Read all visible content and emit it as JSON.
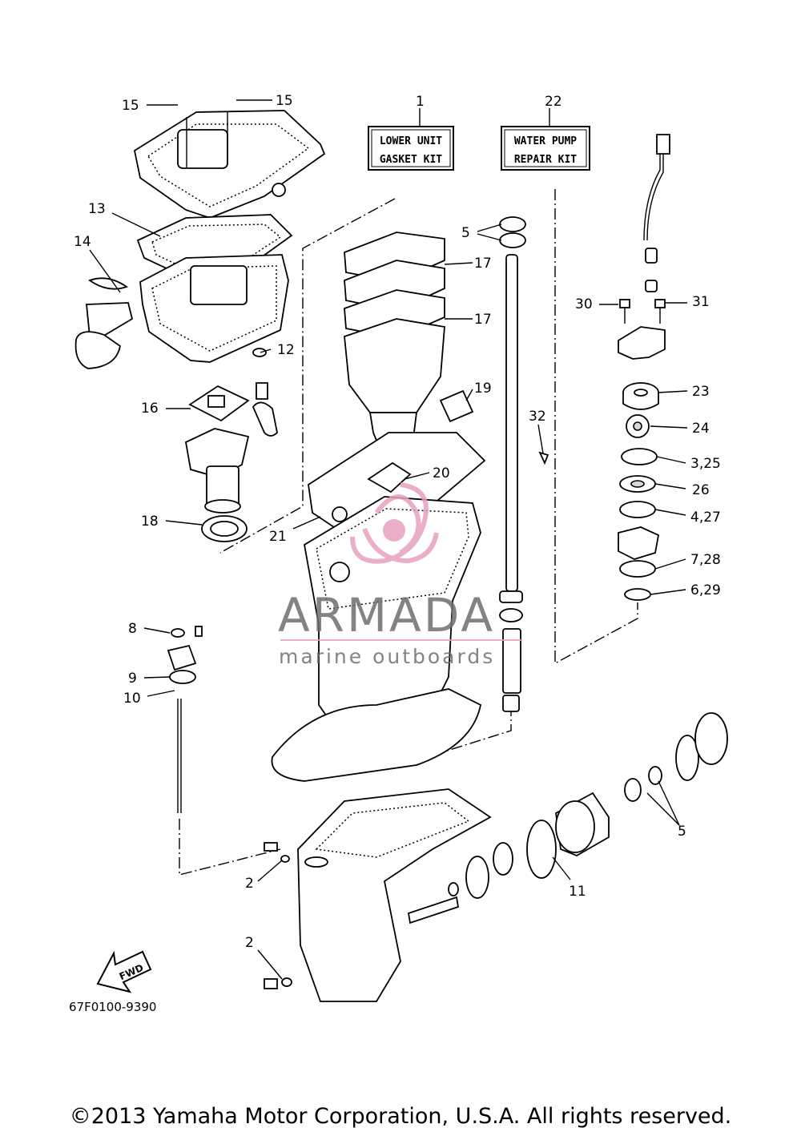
{
  "callouts": {
    "c1": "1",
    "c2a": "2",
    "c2b": "2",
    "c3_25": "3,25",
    "c4_27": "4,27",
    "c5a": "5",
    "c5b": "5",
    "c6_29": "6,29",
    "c7_28": "7,28",
    "c8": "8",
    "c9": "9",
    "c10": "10",
    "c11": "11",
    "c12": "12",
    "c13": "13",
    "c14": "14",
    "c15a": "15",
    "c15b": "15",
    "c16": "16",
    "c17a": "17",
    "c17b": "17",
    "c18": "18",
    "c19": "19",
    "c20": "20",
    "c21": "21",
    "c22": "22",
    "c23": "23",
    "c24": "24",
    "c26": "26",
    "c30": "30",
    "c31": "31",
    "c32": "32"
  },
  "kits": {
    "lower_unit_line1": "LOWER UNIT",
    "lower_unit_line2": "GASKET KIT",
    "water_pump_line1": "WATER PUMP",
    "water_pump_line2": "REPAIR KIT"
  },
  "fwd_label": "FWD",
  "diagram_code": "67F0100-9390",
  "watermark": {
    "brand": "ARMADA",
    "tagline": "marine outboards",
    "logo_color": "#e8a0c0"
  },
  "copyright": "©2013 Yamaha Motor Corporation, U.S.A. All rights reserved."
}
